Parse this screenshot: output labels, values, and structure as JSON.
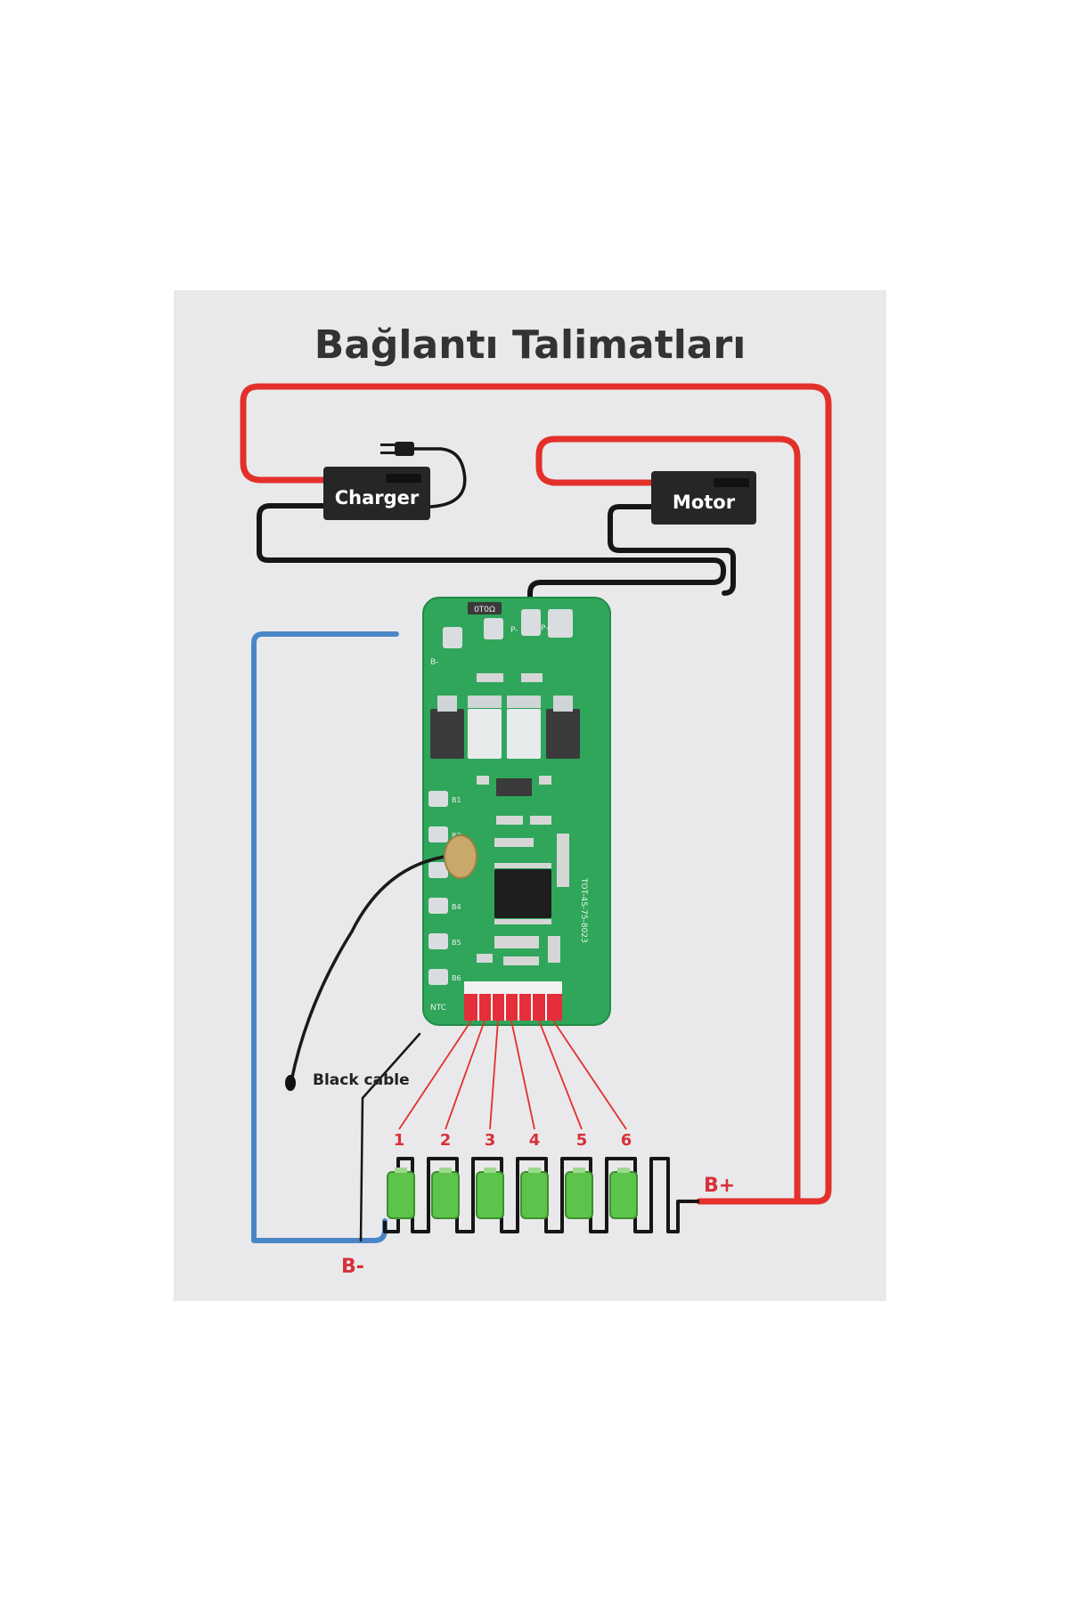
{
  "title": "Bağlantı Talimatları",
  "components": {
    "charger_label": "Charger",
    "motor_label": "Motor",
    "thermistor_label": "Black cable"
  },
  "terminals": {
    "b_minus": "B-",
    "b_plus": "B+"
  },
  "cells": [
    "1",
    "2",
    "3",
    "4",
    "5",
    "6"
  ],
  "board_markings": {
    "fuse": "0T0Ω",
    "p_minus": "P-",
    "p_plus": "P+",
    "b_minus_pad": "B-",
    "ntc": "NTC",
    "model": "TOT-4S-75-8023",
    "b_pads": [
      "B1",
      "B2",
      "B3",
      "B4",
      "B5",
      "B6"
    ]
  },
  "colors": {
    "red_wire": "#e3302b",
    "black_wire": "#161616",
    "blue_wire": "#4a86c5",
    "pcb": "#2fa65a",
    "battery": "#5cc44a",
    "label_red": "#d8313a",
    "title": "#333333"
  }
}
